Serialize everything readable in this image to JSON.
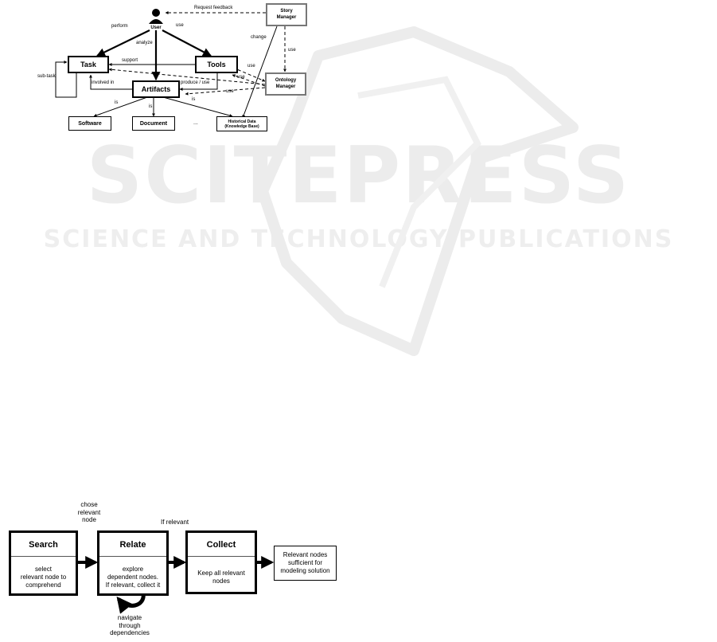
{
  "watermark": {
    "title": "SCITEPRESS",
    "subtitle": "SCIENCE AND TECHNOLOGY PUBLICATIONS"
  },
  "top_diagram": {
    "nodes": {
      "user": "User",
      "task": "Task",
      "tools": "Tools",
      "artifacts": "Artifacts",
      "story_manager": "Story\nManager",
      "ontology_manager": "Ontology\nManager",
      "software": "Software",
      "document": "Document",
      "ellipsis": "...",
      "historical_data": "Historical Data\n(Knowledge Base)"
    },
    "edges": {
      "request_feedback": "Request feedback",
      "perform": "perform",
      "analyze": "analyze",
      "use_user_tools": "use",
      "change": "change",
      "use_story_ontology": "use",
      "support": "support",
      "use_tools_ontology": "use",
      "sub_task": "sub-task",
      "involved_in": "involved in",
      "produce_use": "produce / use",
      "use_ontology_task": "use",
      "use_ontology_artifacts": "use",
      "is_software": "is",
      "is_document": "is",
      "is_historical": "is"
    }
  },
  "flow_diagram": {
    "search": {
      "title": "Search",
      "body": "select\nrelevant node to\ncomprehend"
    },
    "relate": {
      "title": "Relate",
      "body": "explore\ndependent nodes.\nIf relevant, collect it"
    },
    "collect": {
      "title": "Collect",
      "body": "Keep all relevant\nnodes"
    },
    "result": "Relevant nodes\nsufficient for\nmodeling solution",
    "label_chose": "chose\nrelevant\nnode",
    "label_if_relevant": "If relevant",
    "label_navigate": "navigate\nthrough\ndependencies"
  }
}
